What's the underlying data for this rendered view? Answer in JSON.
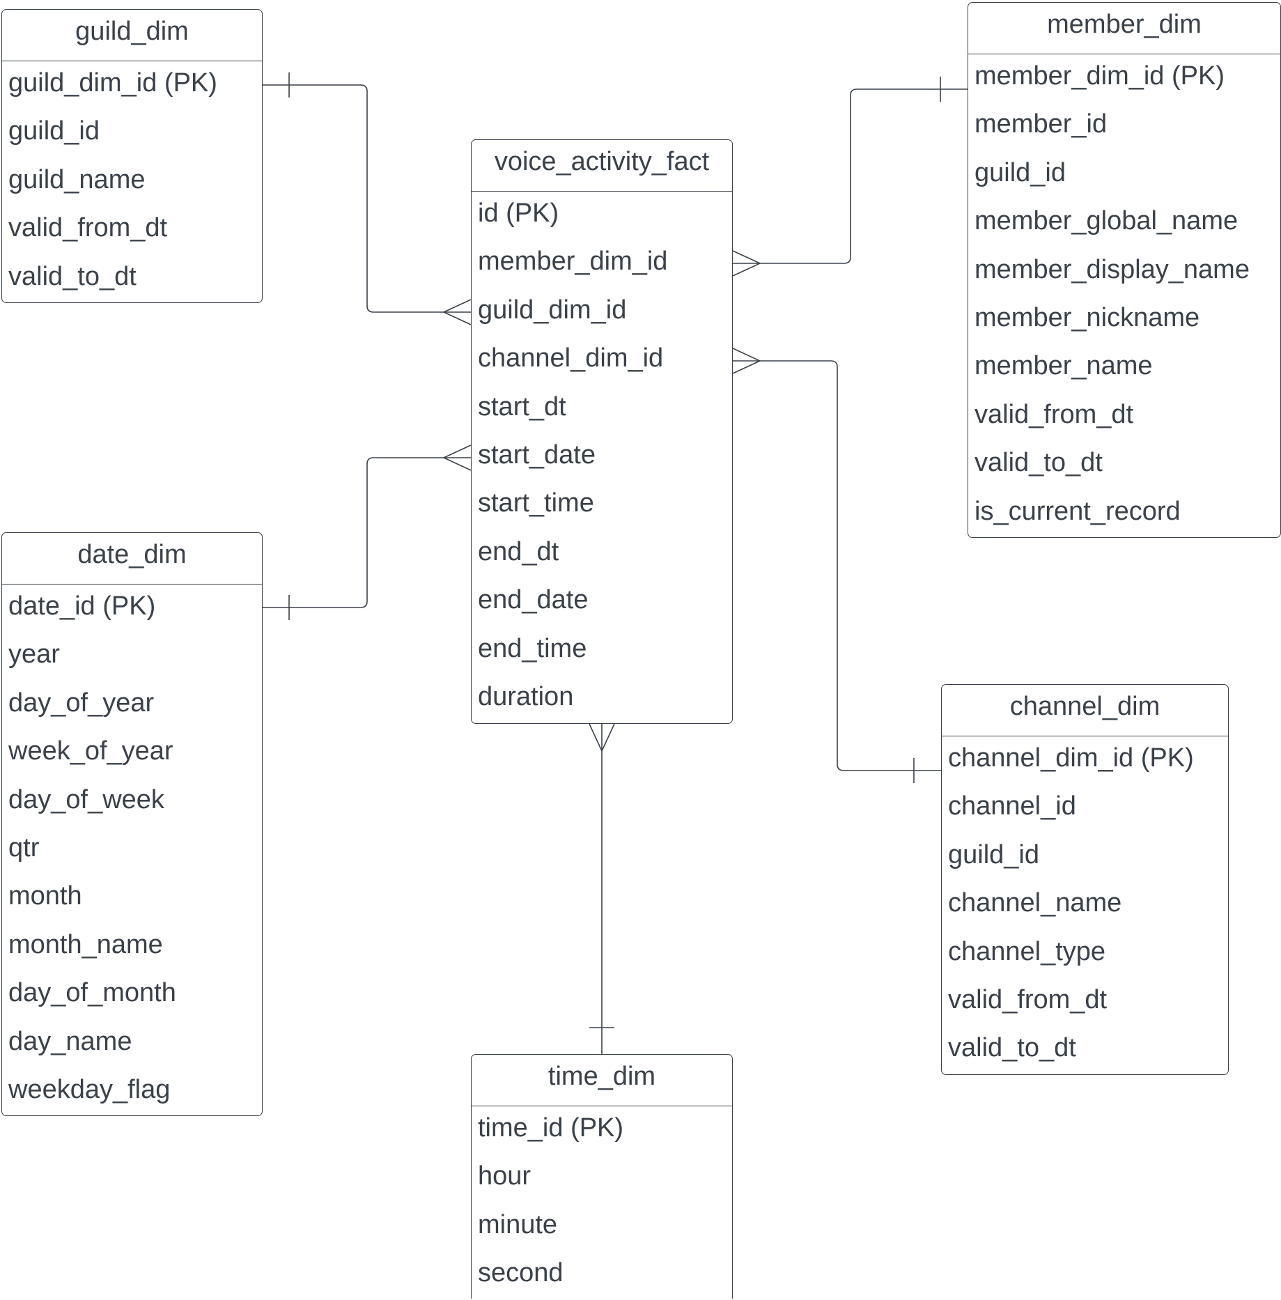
{
  "entities": {
    "guild_dim": {
      "title": "guild_dim",
      "fields": [
        "guild_dim_id (PK)",
        "guild_id",
        "guild_name",
        "valid_from_dt",
        "valid_to_dt"
      ]
    },
    "member_dim": {
      "title": "member_dim",
      "fields": [
        "member_dim_id (PK)",
        "member_id",
        "guild_id",
        "member_global_name",
        "member_display_name",
        "member_nickname",
        "member_name",
        "valid_from_dt",
        "valid_to_dt",
        "is_current_record"
      ]
    },
    "voice_activity_fact": {
      "title": "voice_activity_fact",
      "fields": [
        "id (PK)",
        "member_dim_id",
        "guild_dim_id",
        "channel_dim_id",
        "start_dt",
        "start_date",
        "start_time",
        "end_dt",
        "end_date",
        "end_time",
        "duration"
      ]
    },
    "date_dim": {
      "title": "date_dim",
      "fields": [
        "date_id (PK)",
        "year",
        "day_of_year",
        "week_of_year",
        "day_of_week",
        "qtr",
        "month",
        "month_name",
        "day_of_month",
        "day_name",
        "weekday_flag"
      ]
    },
    "channel_dim": {
      "title": "channel_dim",
      "fields": [
        "channel_dim_id (PK)",
        "channel_id",
        "guild_id",
        "channel_name",
        "channel_type",
        "valid_from_dt",
        "valid_to_dt"
      ]
    },
    "time_dim": {
      "title": "time_dim",
      "fields": [
        "time_id (PK)",
        "hour",
        "minute",
        "second"
      ]
    }
  },
  "relationships": [
    {
      "from": "guild_dim",
      "from_field": "guild_dim_id (PK)",
      "from_cardinality": "one",
      "to": "voice_activity_fact",
      "to_field": "guild_dim_id",
      "to_cardinality": "many"
    },
    {
      "from": "member_dim",
      "from_field": "member_dim_id (PK)",
      "from_cardinality": "one",
      "to": "voice_activity_fact",
      "to_field": "member_dim_id",
      "to_cardinality": "many"
    },
    {
      "from": "channel_dim",
      "from_field": "channel_dim_id (PK)",
      "from_cardinality": "one",
      "to": "voice_activity_fact",
      "to_field": "channel_dim_id",
      "to_cardinality": "many"
    },
    {
      "from": "date_dim",
      "from_field": "date_id (PK)",
      "from_cardinality": "one",
      "to": "voice_activity_fact",
      "to_field": "start_date",
      "to_cardinality": "many"
    },
    {
      "from": "time_dim",
      "from_field": "time_id (PK)",
      "from_cardinality": "one",
      "to": "voice_activity_fact",
      "to_field": "voice_activity_fact",
      "to_cardinality": "many"
    }
  ]
}
